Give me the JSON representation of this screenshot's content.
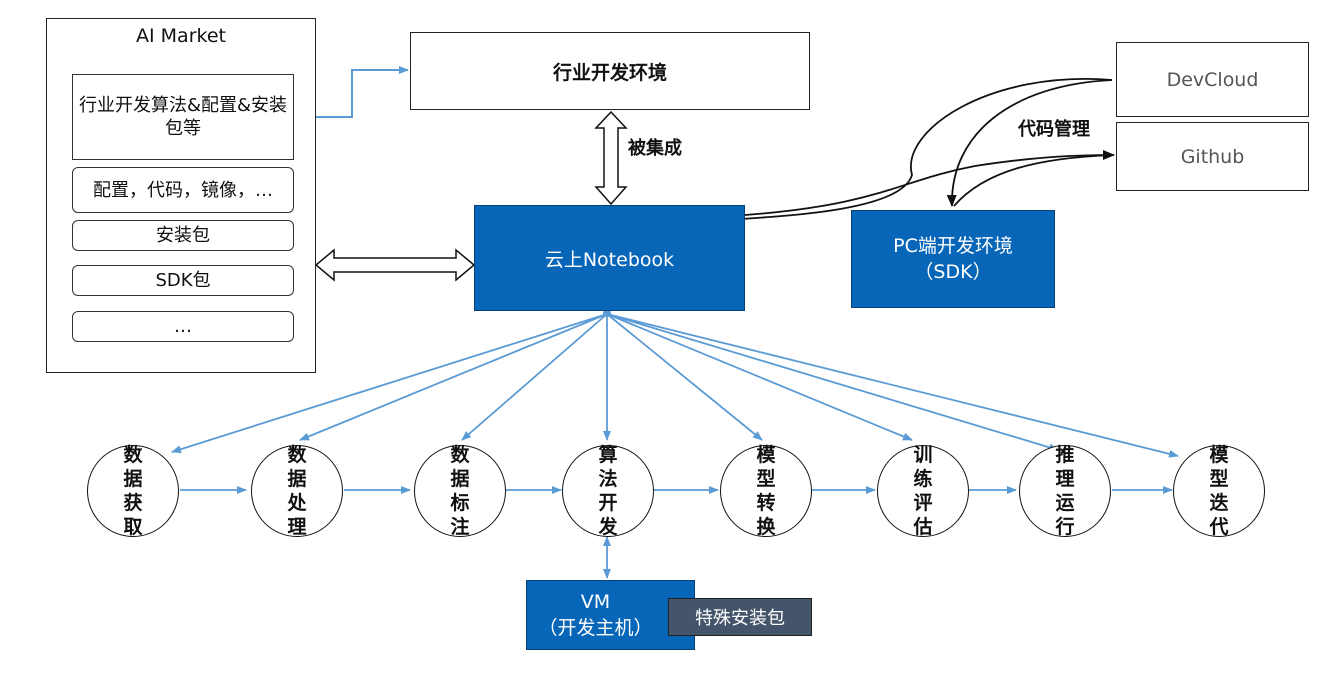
{
  "ai_market": {
    "title": "AI Market",
    "items": [
      "行业开发算法&配置&安装包等",
      "配置，代码，镜像，…",
      "安装包",
      "SDK包",
      "…"
    ]
  },
  "industry_env": "行业开发环境",
  "integrated_label": "被集成",
  "notebook": "云上Notebook",
  "pc_env": {
    "line1": "PC端开发环境",
    "line2": "（SDK）"
  },
  "repos": {
    "devcloud": "DevCloud",
    "github": "Github"
  },
  "code_mgmt_label": "代码管理",
  "pipeline": [
    "数据获取",
    "数据处理",
    "数据标注",
    "算法开发",
    "模型转换",
    "训练评估",
    "推理运行",
    "模型迭代"
  ],
  "vm": {
    "line1": "VM",
    "line2": "（开发主机）"
  },
  "special_package": "特殊安装包",
  "colors": {
    "primary_blue": "#0766b8",
    "arrow_blue": "#5b9bd5",
    "dark_slate": "#44546a"
  }
}
